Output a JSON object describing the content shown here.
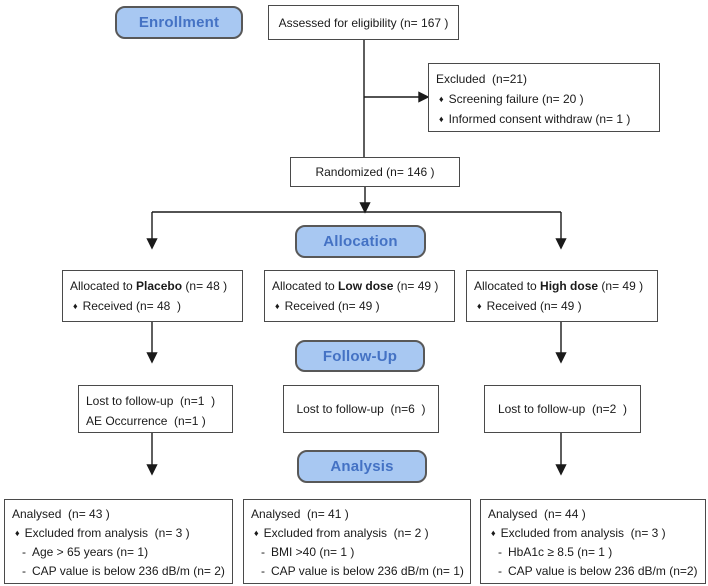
{
  "glyphs": {
    "diamond_bullet": "♦",
    "dash_bullet": "-"
  },
  "colors": {
    "badge_fill": "#a8c8f2",
    "badge_border": "#585858",
    "badge_text": "#4472c4",
    "box_border": "#4a4a4a",
    "arrow": "#1a1a1a"
  },
  "stages": {
    "enrollment_label": "Enrollment",
    "allocation_label": "Allocation",
    "followup_label": "Follow-Up",
    "analysis_label": "Analysis"
  },
  "enrollment": {
    "assessed": "Assessed for eligibility (n= 167 )",
    "excluded": {
      "title": "Excluded  (n=21)",
      "items": [
        "Screening failure (n= 20 )",
        "Informed consent withdraw (n= 1 )"
      ]
    },
    "randomized": "Randomized (n= 146 )"
  },
  "allocation": {
    "boxes": [
      {
        "prefix": "Allocated to ",
        "arm": "Placebo",
        "suffix": " (n= 48 )",
        "received": "Received (n= 48  )"
      },
      {
        "prefix": "Allocated to ",
        "arm": "Low dose",
        "suffix": " (n= 49 )",
        "received": "Received (n= 49 )"
      },
      {
        "prefix": "Allocated to ",
        "arm": "High dose",
        "suffix": " (n= 49 )",
        "received": "Received (n= 49 )"
      }
    ]
  },
  "followup": {
    "boxes": [
      {
        "line1": "Lost to follow-up  (n=1  )",
        "line2": "AE Occurrence  (n=1 )"
      },
      {
        "line1": "Lost to follow-up  (n=6  )",
        "line2": ""
      },
      {
        "line1": "Lost to follow-up  (n=2  )",
        "line2": ""
      }
    ]
  },
  "analysis": {
    "boxes": [
      {
        "analysed": "Analysed  (n= 43 )",
        "excluded": "Excluded from analysis  (n= 3 )",
        "reasons": [
          "Age > 65 years (n= 1)",
          "CAP value is below 236 dB/m (n= 2)"
        ]
      },
      {
        "analysed": "Analysed  (n= 41 )",
        "excluded": "Excluded from analysis  (n= 2 )",
        "reasons": [
          "BMI >40 (n= 1 )",
          "CAP value is below 236 dB/m (n= 1)"
        ]
      },
      {
        "analysed": "Analysed  (n= 44 )",
        "excluded": "Excluded from analysis  (n= 3 )",
        "reasons": [
          "HbA1c ≥ 8.5 (n= 1 )",
          "CAP value is below 236 dB/m (n=2)"
        ]
      }
    ]
  }
}
